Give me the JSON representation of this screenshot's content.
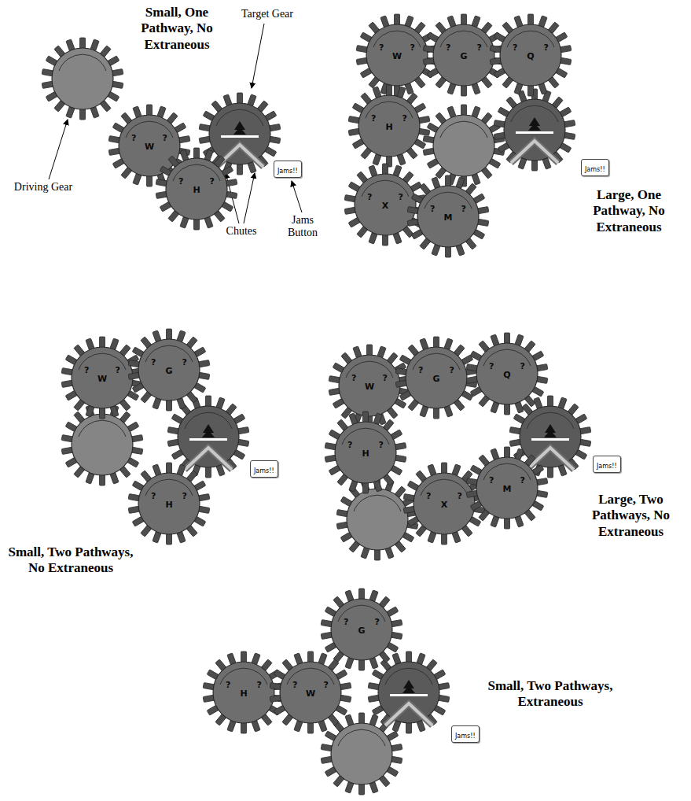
{
  "diagram": {
    "nodes": [
      {
        "text": [
          "?",
          "W",
          "?"
        ]
      },
      {
        "text": [
          "?",
          "H",
          "?"
        ]
      },
      {
        "text": [
          "Jams!!"
        ]
      },
      {
        "text": [
          "?",
          "W",
          "?"
        ]
      },
      {
        "text": [
          "?",
          "G",
          "?"
        ]
      },
      {
        "text": [
          "?",
          "Q",
          "?"
        ]
      },
      {
        "text": [
          "?",
          "H",
          "?"
        ]
      },
      {
        "text": [
          "?",
          "X",
          "?"
        ]
      },
      {
        "text": [
          "?",
          "M",
          "?"
        ]
      },
      {
        "text": [
          "Jams!!"
        ]
      },
      {
        "text": [
          "?",
          "W",
          "?"
        ]
      },
      {
        "text": [
          "?",
          "G",
          "?"
        ]
      },
      {
        "text": [
          "?",
          "H",
          "?"
        ]
      },
      {
        "text": [
          "Jams!!"
        ]
      },
      {
        "text": [
          "?",
          "W",
          "?"
        ]
      },
      {
        "text": [
          "?",
          "G",
          "?"
        ]
      },
      {
        "text": [
          "?",
          "Q",
          "?"
        ]
      },
      {
        "text": [
          "?",
          "H",
          "?"
        ]
      },
      {
        "text": [
          "?",
          "X",
          "?"
        ]
      },
      {
        "text": [
          "?",
          "M",
          "?"
        ]
      },
      {
        "text": [
          "Jams!!"
        ]
      },
      {
        "text": [
          "?",
          "G",
          "?"
        ]
      },
      {
        "text": [
          "?",
          "H",
          "?"
        ]
      },
      {
        "text": [
          "?",
          "W",
          "?"
        ]
      },
      {
        "text": [
          "Jams!!"
        ]
      }
    ],
    "labels": [
      "Small, One Pathway, No Extraneous",
      "Target Gear",
      "Driving Gear",
      "Chutes",
      "Jams Button",
      "Large, One Pathway, No Extraneous",
      "Small, Two Pathways, No Extraneous",
      "Large, Two Pathways, No Extraneous",
      "Small, Two Pathways, Extraneous"
    ]
  }
}
